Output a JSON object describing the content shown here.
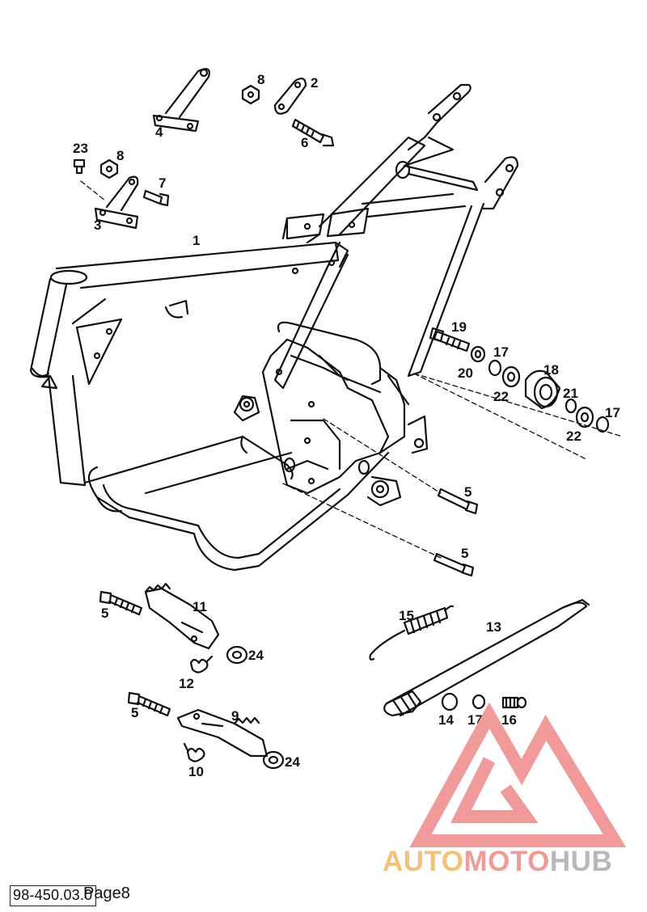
{
  "diagram": {
    "labels": {
      "p1": "1",
      "p2": "2",
      "p3": "3",
      "p4": "4",
      "p5a": "5",
      "p5b": "5",
      "p5c": "5",
      "p5d": "5",
      "p6": "6",
      "p7": "7",
      "p8a": "8",
      "p8b": "8",
      "p9": "9",
      "p10": "10",
      "p11": "11",
      "p12": "12",
      "p13": "13",
      "p14": "14",
      "p15": "15",
      "p16": "16",
      "p17a": "17",
      "p17b": "17",
      "p17c": "17",
      "p18": "18",
      "p19": "19",
      "p20": "20",
      "p21": "21",
      "p22a": "22",
      "p22b": "22",
      "p23": "23",
      "p24a": "24",
      "p24b": "24"
    }
  },
  "footer": {
    "code": "98-450.03.0",
    "page": "Page8"
  },
  "watermark": {
    "part1": "AUTO",
    "part2": "MOTO",
    "part3": "HUB",
    "colors": {
      "triangle": "#f19a9a",
      "auto": "#f4c07a",
      "moto": "#f19a9a",
      "hub": "#b8b8b8"
    }
  }
}
